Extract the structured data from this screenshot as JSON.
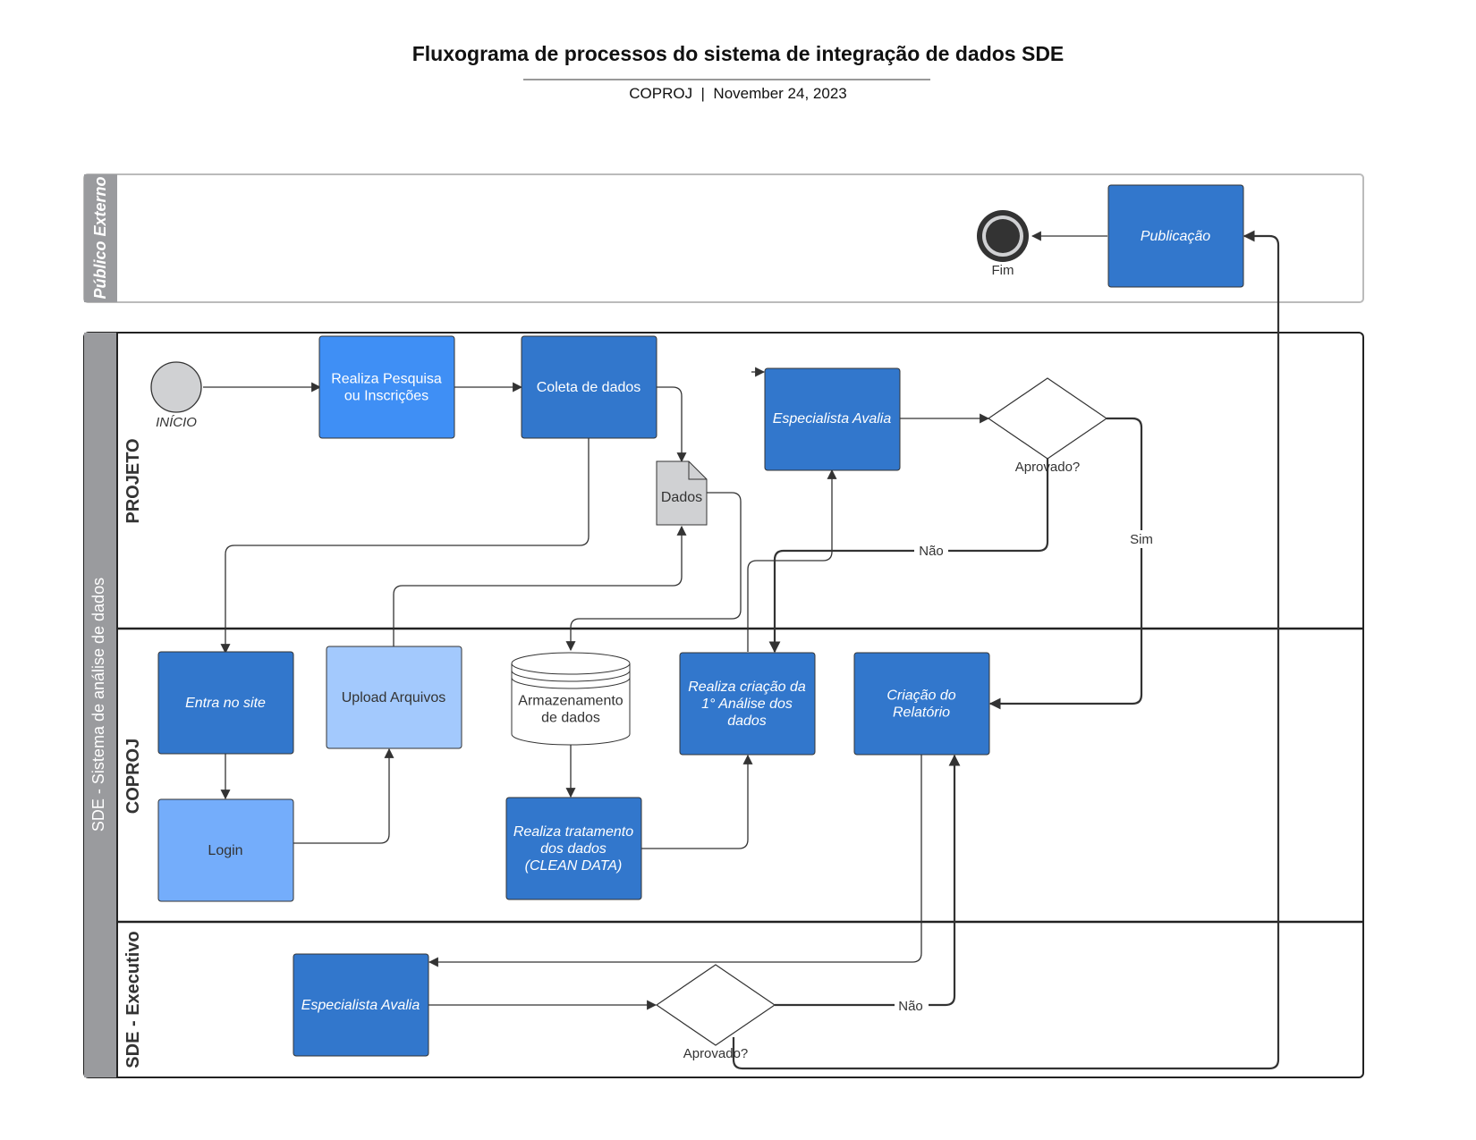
{
  "title": "Fluxograma de processos do sistema de integração de dados SDE",
  "subtitle": "COPROJ  |  November 24, 2023",
  "colors": {
    "dark_blue": "#3277cc",
    "mid_blue": "#3f8ff5",
    "light_blue": "#74adfb",
    "pale_blue": "#a3c9fd",
    "gray_doc": "#d0d1d3",
    "pool_header": "#9a9b9e",
    "end_event": "#333333"
  },
  "pools": {
    "external": {
      "label": "Público Externo"
    },
    "main": {
      "label": "SDE - Sistema de análise de dados"
    }
  },
  "lanes": {
    "projeto": "PROJETO",
    "coproj": "COPROJ",
    "executivo": "SDE - Executivo"
  },
  "nodes": {
    "inicio": {
      "label": "INÍCIO"
    },
    "pesquisa": {
      "lines": [
        "Realiza Pesquisa",
        "ou Inscrições"
      ]
    },
    "coleta": {
      "lines": [
        "Coleta de dados"
      ]
    },
    "dados_doc": {
      "lines": [
        "Dados"
      ]
    },
    "especialista_projeto": {
      "lines": [
        "Especialista Avalia"
      ]
    },
    "aprovado_projeto": {
      "label": "Aprovado?"
    },
    "publicacao": {
      "lines": [
        "Publicação"
      ]
    },
    "fim": {
      "label": "Fim"
    },
    "entra_site": {
      "lines": [
        "Entra no site"
      ]
    },
    "login": {
      "lines": [
        "Login"
      ]
    },
    "upload": {
      "lines": [
        "Upload Arquivos"
      ]
    },
    "armazenamento": {
      "lines": [
        "Armazenamento",
        "de dados"
      ]
    },
    "tratamento": {
      "lines": [
        "Realiza tratamento",
        "dos dados",
        "(CLEAN DATA)"
      ]
    },
    "analise": {
      "lines": [
        "Realiza criação da",
        "1° Análise dos",
        "dados"
      ]
    },
    "relatorio": {
      "lines": [
        "Criação do",
        "Relatório"
      ]
    },
    "especialista_exec": {
      "lines": [
        "Especialista Avalia"
      ]
    },
    "aprovado_exec": {
      "label": "Aprovado?"
    }
  },
  "edge_labels": {
    "nao_projeto": "Não",
    "sim_projeto": "Sim",
    "nao_exec": "Não"
  }
}
